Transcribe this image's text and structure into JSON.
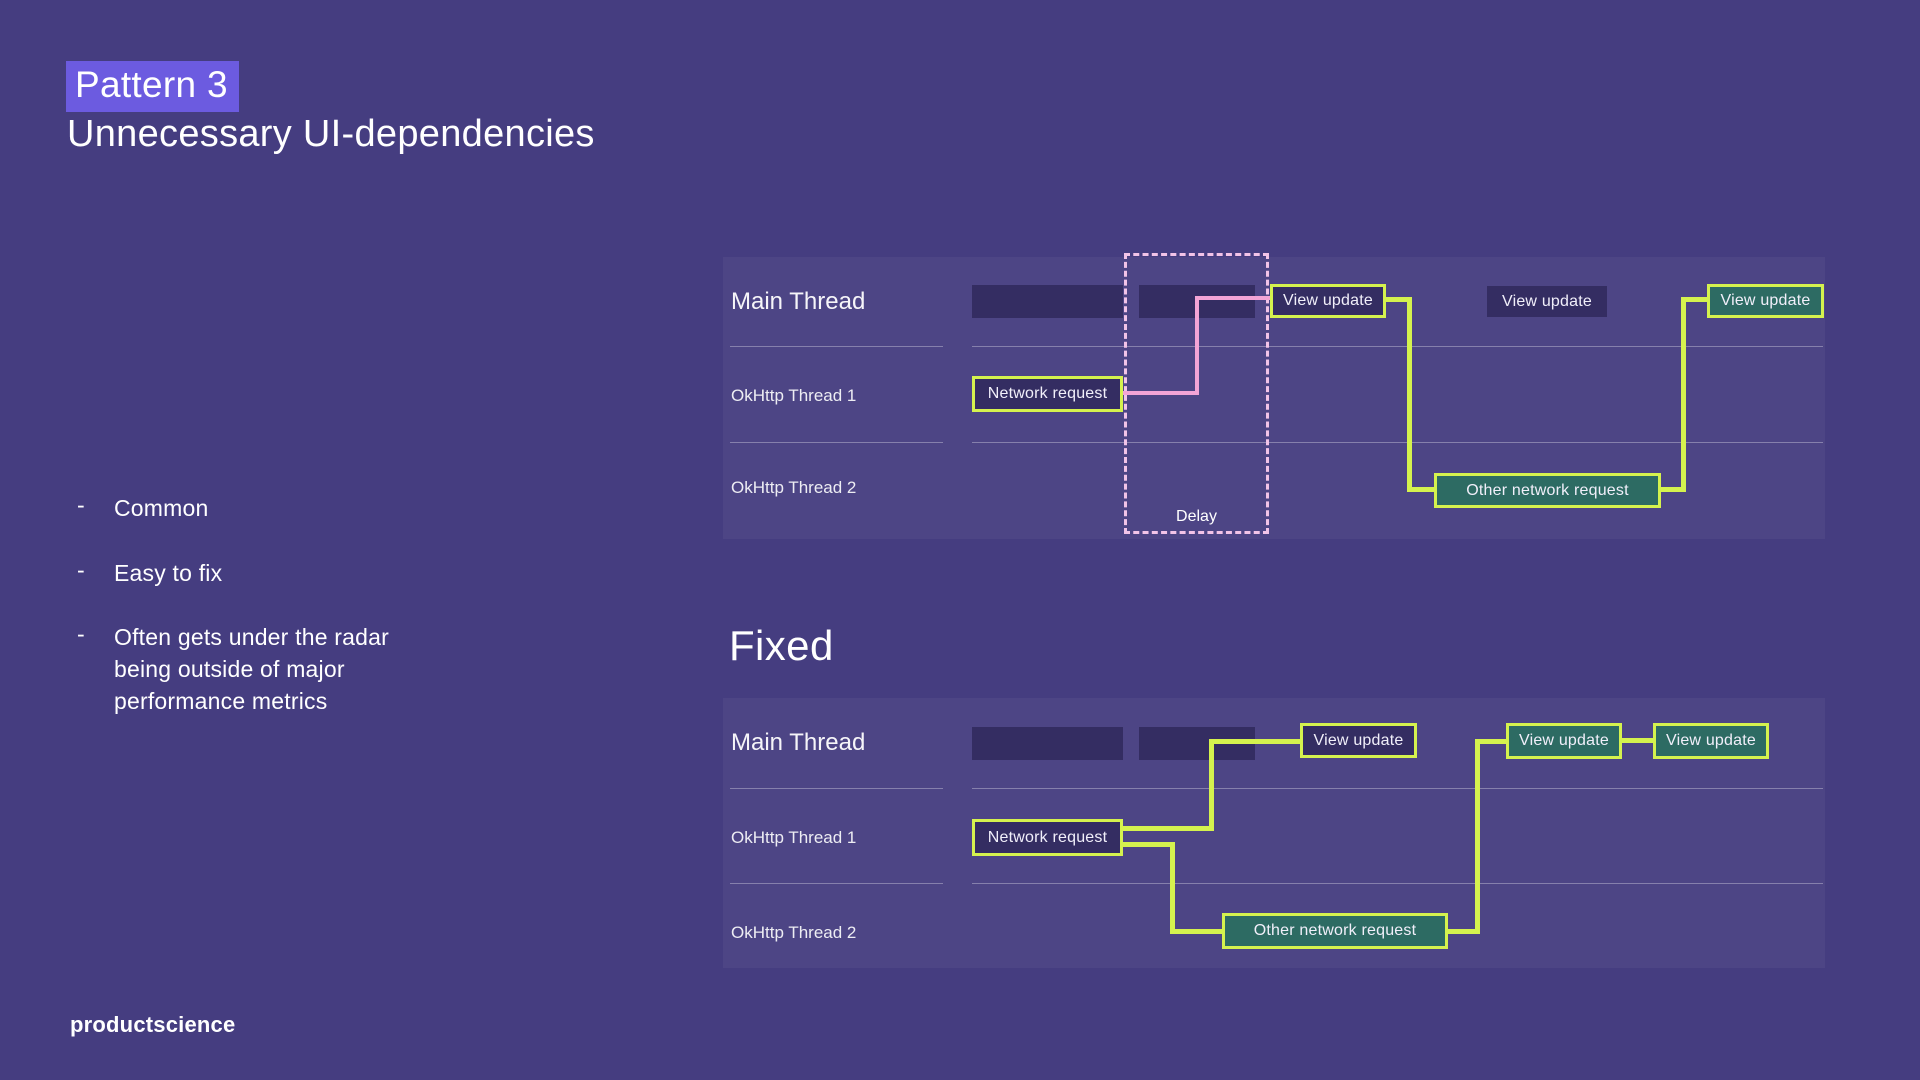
{
  "slide": {
    "title_highlight": "Pattern 3",
    "subtitle": "Unnecessary UI-dependencies",
    "bullet_marker": "-",
    "bullets": [
      "Common",
      "Easy to fix",
      "Often gets under the radar\nbeing outside of major\nperformance metrics"
    ],
    "fixed_heading": "Fixed",
    "logo_text": "productscience"
  },
  "diagram_top": {
    "rows": [
      "Main Thread",
      "OkHttp Thread 1",
      "OkHttp Thread 2"
    ],
    "network_request": "Network request",
    "view_updates": [
      "View update",
      "View update",
      "View update"
    ],
    "other_network_request": "Other network request",
    "delay_label": "Delay"
  },
  "diagram_fixed": {
    "rows": [
      "Main Thread",
      "OkHttp Thread 1",
      "OkHttp Thread 2"
    ],
    "network_request": "Network request",
    "view_updates": [
      "View update",
      "View update",
      "View update"
    ],
    "other_network_request": "Other network request"
  },
  "colors": {
    "background": "#453D80",
    "highlight": "#6C5BE0",
    "green": "#D5F24E",
    "pink": "#F3A4D6",
    "teal": "#2D6B63",
    "dark_box": "#342D62",
    "dashed": "#F2C4E8"
  }
}
